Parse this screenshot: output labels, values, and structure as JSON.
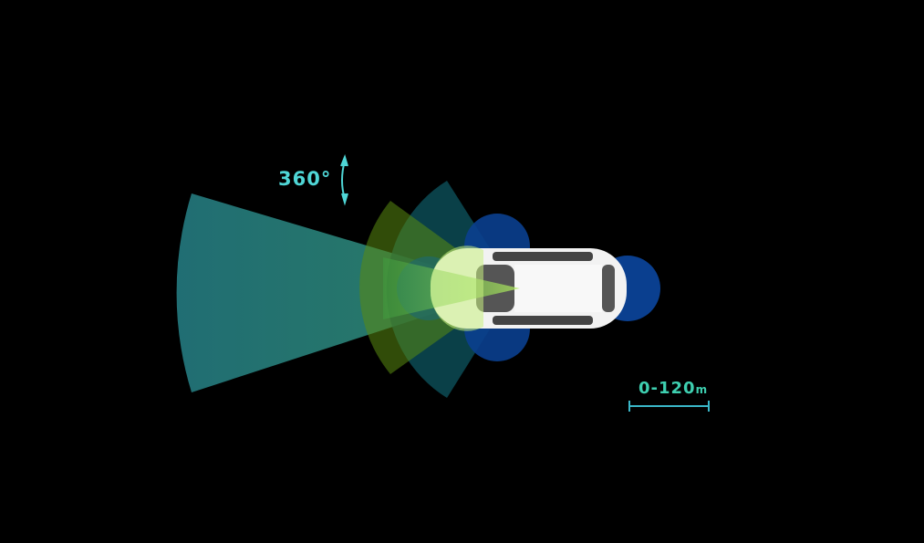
{
  "rotation_label": "360°",
  "range": {
    "value": "0-120",
    "unit": "m"
  },
  "colors": {
    "long_range_radar": "#2a8a86",
    "mid_range_radar": "#0c4a52",
    "camera": "#4a7a10",
    "short_range_sensor": "#0a3f8f",
    "text": "#4fd6d6"
  }
}
